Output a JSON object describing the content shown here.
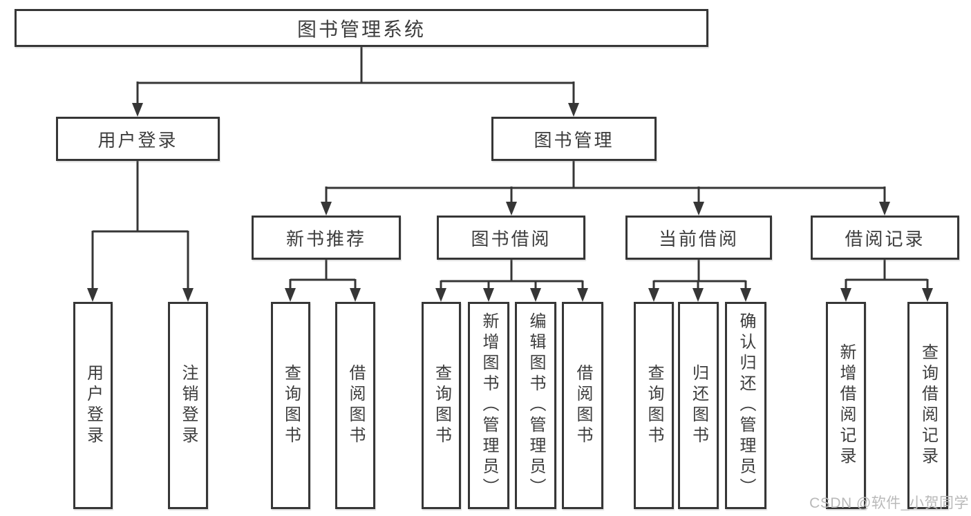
{
  "diagram": {
    "root": {
      "label": "图书管理系统"
    },
    "level2": {
      "user_login": {
        "label": "用户登录"
      },
      "book_mgmt": {
        "label": "图书管理"
      }
    },
    "level3": {
      "new_book_rec": {
        "label": "新书推荐"
      },
      "book_borrow": {
        "label": "图书借阅"
      },
      "current_borrow": {
        "label": "当前借阅"
      },
      "borrow_record": {
        "label": "借阅记录"
      }
    },
    "leaves": {
      "user_login": [
        "用户登录",
        "注销登录"
      ],
      "new_book_rec": [
        "查询图书",
        "借阅图书"
      ],
      "book_borrow": [
        "查询图书",
        "新增图书（管理员）",
        "编辑图书（管理员）",
        "借阅图书"
      ],
      "current_borrow": [
        "查询图书",
        "归还图书",
        "确认归还（管理员）"
      ],
      "borrow_record": [
        "新增借阅记录",
        "查询借阅记录"
      ]
    }
  },
  "watermark": {
    "text": "CSDN @软件_小贺同学"
  },
  "colors": {
    "line": "#363636",
    "text": "#3d3d3d",
    "watermark": "#b9b9b9",
    "background": "#ffffff"
  }
}
